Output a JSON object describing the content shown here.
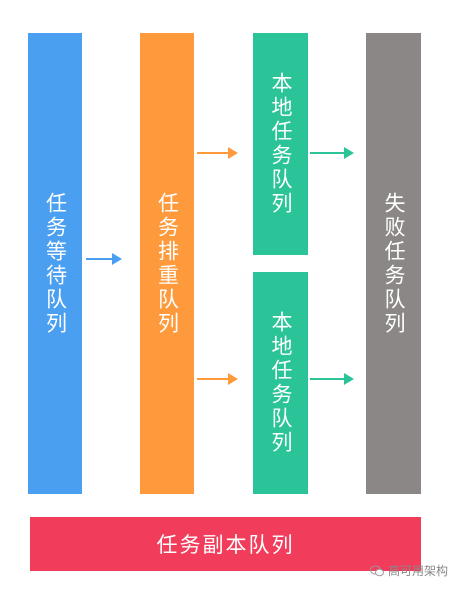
{
  "diagram": {
    "wait_queue": "任务等待队列",
    "dedup_queue": "任务排重队列",
    "local_queue_top": "本地任务队列",
    "local_queue_bottom": "本地任务队列",
    "fail_queue": "失败任务队列",
    "replica_queue": "任务副本队列"
  },
  "colors": {
    "wait_queue": "#4a9ff0",
    "dedup_queue": "#ff9a3c",
    "local_queue": "#2bc498",
    "fail_queue": "#8c8787",
    "replica_queue": "#f23c5b",
    "arrow_blue": "#4a9ff0",
    "arrow_orange": "#ff9a3c",
    "arrow_green": "#2bc498"
  },
  "watermark": {
    "text": "高可用架构",
    "icon": "wechat-icon"
  }
}
